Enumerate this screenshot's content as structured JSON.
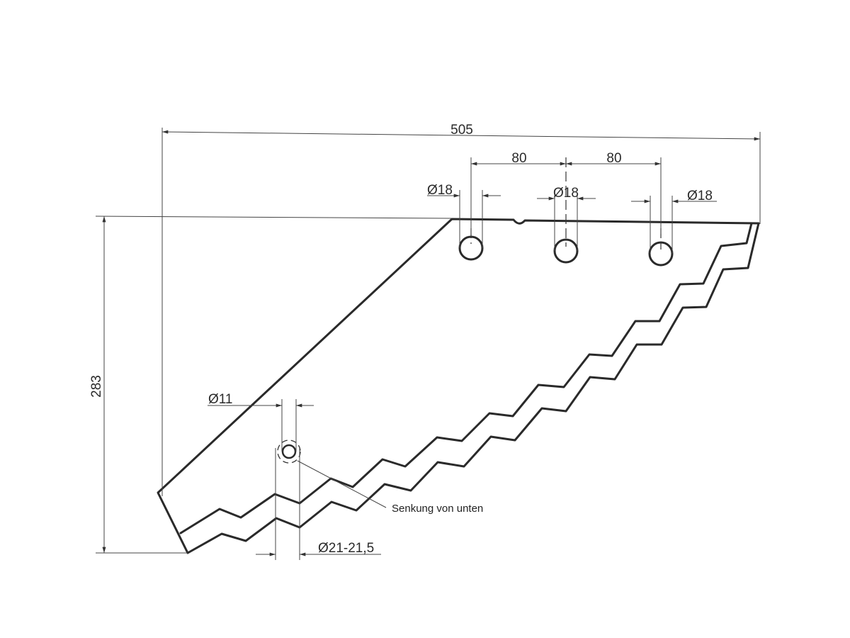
{
  "drawing": {
    "dimensions": {
      "overall_length": "505",
      "hole_spacing_1": "80",
      "hole_spacing_2": "80",
      "hole_diameter_1": "Ø18",
      "hole_diameter_2": "Ø18",
      "hole_diameter_3": "Ø18",
      "height": "283",
      "small_hole_diameter": "Ø11",
      "countersink_diameter": "Ø21-21,5"
    },
    "notes": {
      "countersink_note": "Senkung von unten"
    },
    "line_color": "#2a2a2a",
    "background": "#ffffff"
  }
}
